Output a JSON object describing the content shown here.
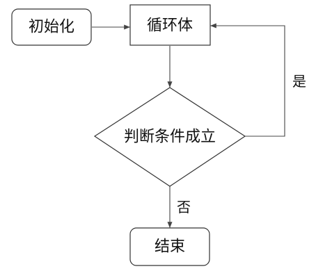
{
  "nodes": {
    "init": "初始化",
    "loop_body": "循环体",
    "condition": "判断条件成立",
    "end": "结束"
  },
  "edges": {
    "yes": "是",
    "no": "否"
  }
}
